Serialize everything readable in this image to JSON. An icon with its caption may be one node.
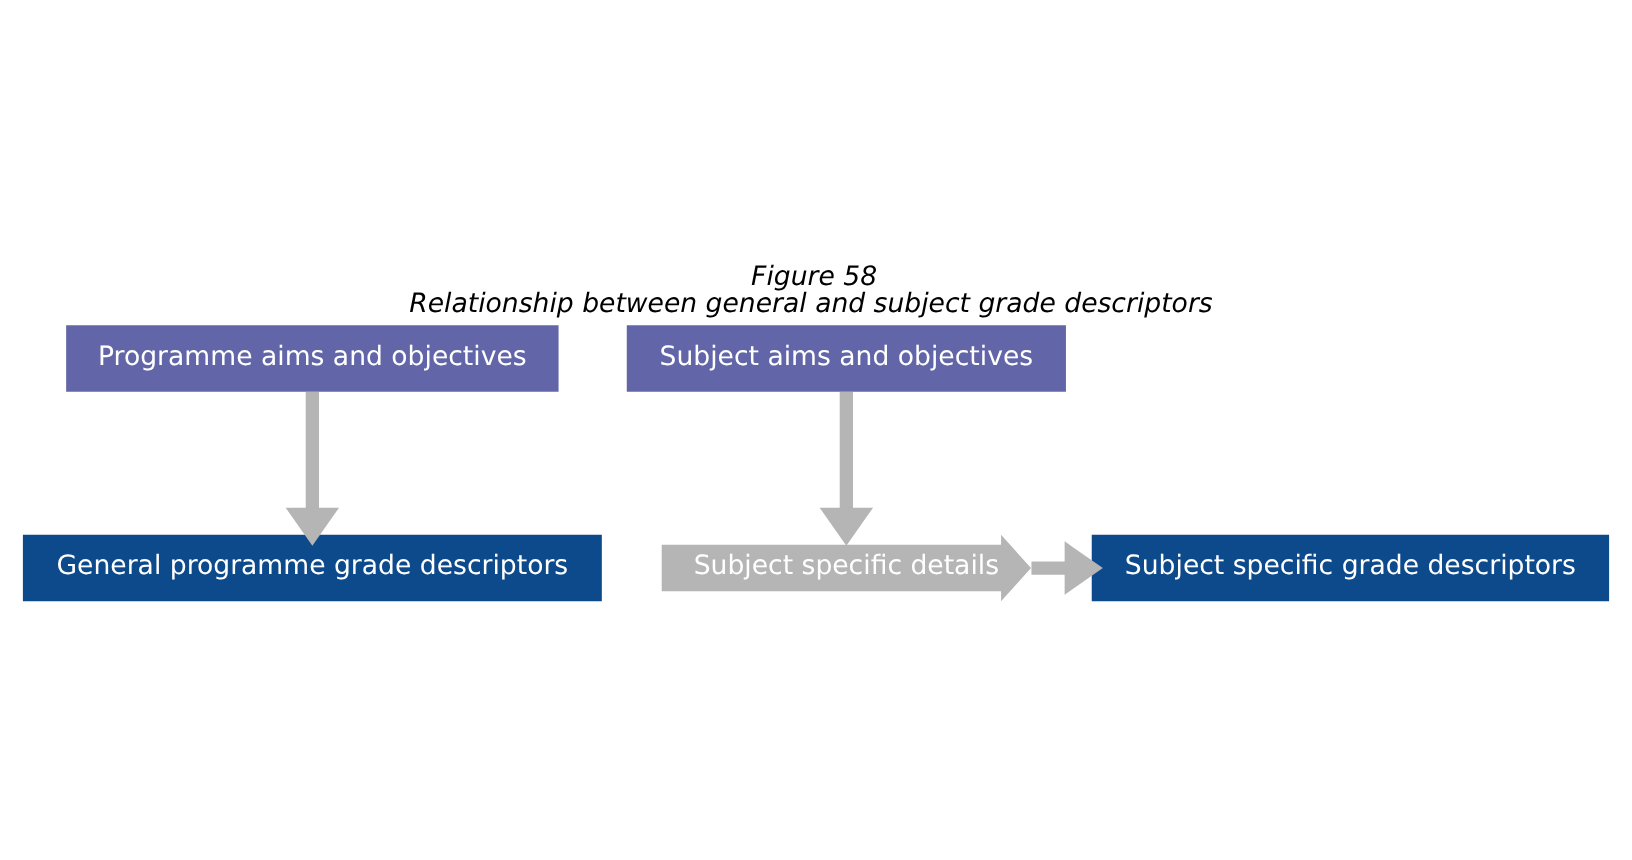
{
  "diagram": {
    "title": "Figure 58",
    "caption": "Relationship between general and subject grade descriptors",
    "nodes": [
      {
        "text": [
          "Programme aims and objectives"
        ]
      },
      {
        "text": [
          "Subject aims and objectives"
        ]
      },
      {
        "text": [
          "General programme grade descriptors"
        ]
      },
      {
        "text": [
          "Subject specific details"
        ]
      },
      {
        "text": [
          "Subject specific grade descriptors"
        ]
      }
    ],
    "edges": [
      {
        "from": 0,
        "to": 2,
        "arrow": "to"
      },
      {
        "from": 1,
        "to": 3,
        "arrow": "to"
      },
      {
        "from": 3,
        "to": 4,
        "arrow": "to"
      }
    ]
  }
}
